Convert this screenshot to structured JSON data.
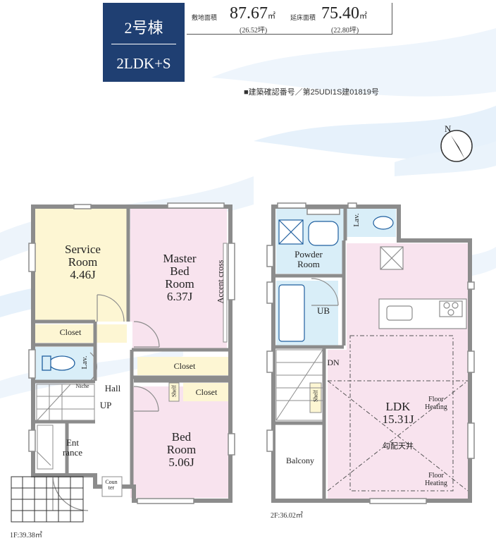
{
  "header": {
    "building": "2号棟",
    "layout_type": "2LDK+S",
    "site_area_label": "敷地面積",
    "site_area_value": "87.67",
    "site_area_unit": "㎡",
    "site_area_tsubo": "(26.52坪)",
    "floor_area_label": "延床面積",
    "floor_area_value": "75.40",
    "floor_area_unit": "㎡",
    "floor_area_tsubo": "(22.80坪)",
    "permit": "■建築確認番号／第25UDI1S建01819号"
  },
  "compass": {
    "label": "N"
  },
  "floor1": {
    "area": "1F:39.38㎡",
    "service_room": {
      "line1": "Service",
      "line2": "Room",
      "size": "4.46J"
    },
    "master_bed": {
      "line1": "Master",
      "line2": "Bed",
      "line3": "Room",
      "size": "6.37J"
    },
    "accent": "Accent cross",
    "closet_a": "Closet",
    "closet_b": "Closet",
    "closet_c": "Closet",
    "lav": "Lav.",
    "niche": "Niche",
    "hall": "Hall",
    "up": "UP",
    "shelf": "Shelf",
    "entrance_line1": "Ent",
    "entrance_line2": "rance",
    "counter_line1": "Coun",
    "counter_line2": "ter",
    "bed": {
      "line1": "Bed",
      "line2": "Room",
      "size": "5.06J"
    }
  },
  "floor2": {
    "area": "2F:36.02㎡",
    "lav": "Lav.",
    "powder_line1": "Powder",
    "powder_line2": "Room",
    "ub": "UB",
    "dn": "DN",
    "shelf": "Shelf",
    "ldk": {
      "name": "LDK",
      "size": "15.31J"
    },
    "floor_heating_1_line1": "Floor",
    "floor_heating_1_line2": "Heating",
    "floor_heating_2_line1": "Floor",
    "floor_heating_2_line2": "Heating",
    "ceiling": "勾配天井",
    "balcony": "Balcony"
  },
  "colors": {
    "header_bg": "#1f3f72",
    "service_room": "#fdf6d3",
    "bedroom": "#f8e3ee",
    "wet_area": "#d9eef8",
    "wall": "#8c8c8c",
    "wave": "#e6f1fb"
  }
}
